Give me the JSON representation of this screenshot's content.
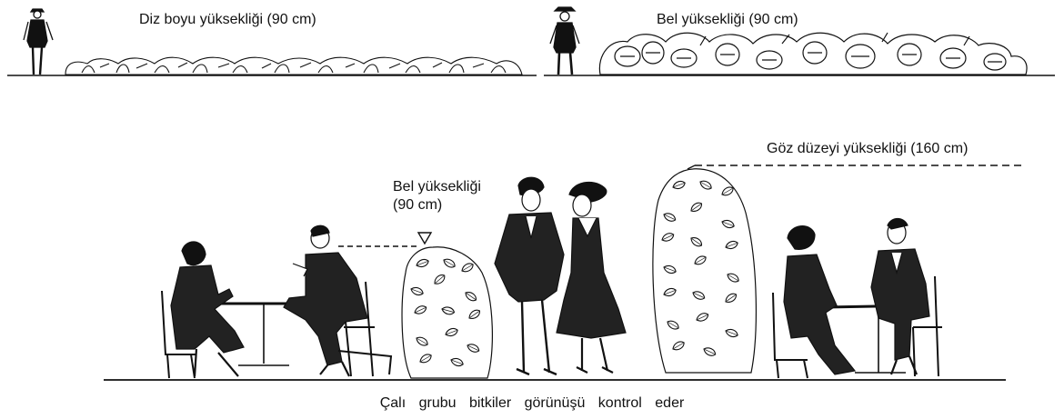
{
  "labels": {
    "knee_height": "Diz boyu yüksekliği (90 cm)",
    "waist_height_top": "Bel yüksekliği (90 cm)",
    "eye_height": "Göz düzeyi yüksekliği (160 cm)",
    "waist_height_mid_line1": "Bel yüksekliği",
    "waist_height_mid_line2": "(90 cm)"
  },
  "caption": "Çalı grubu bitkiler görünüşü kontrol eder",
  "colors": {
    "ink": "#111111",
    "paper": "#ffffff"
  }
}
